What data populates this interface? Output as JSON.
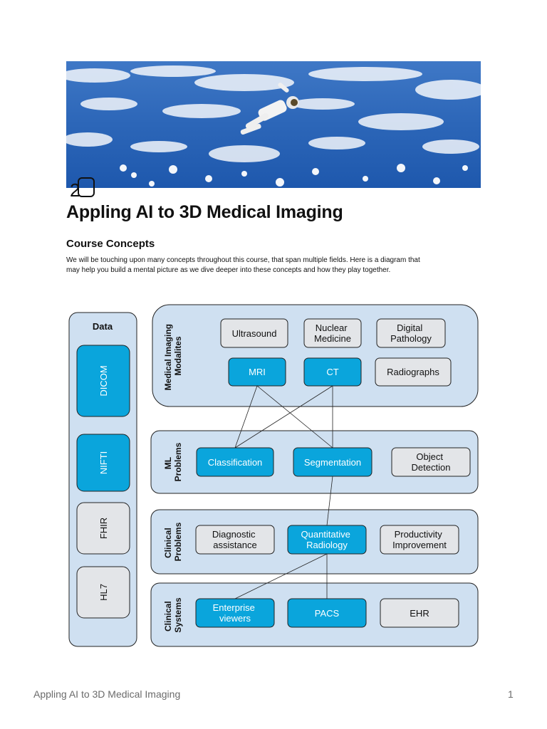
{
  "document": {
    "title": "Appling AI to 3D Medical Imaging",
    "section_heading": "Course Concepts",
    "intro_line1": "We will be touching upon many concepts throughout this course, that span multiple fields. Here is a diagram that",
    "intro_line2": "may help you build a mental picture as we dive deeper into these concepts and how they play together."
  },
  "diagram": {
    "data_title": "Data",
    "data_items": [
      "DICOM",
      "NIFTI",
      "FHIR",
      "HL7"
    ],
    "modalities_label": [
      "Medical Imaging",
      "Modalites"
    ],
    "modalities": {
      "ultrasound": "Ultrasound",
      "nuclear_medicine": [
        "Nuclear",
        "Medicine"
      ],
      "digital_pathology": [
        "Digital",
        "Pathology"
      ],
      "mri": "MRI",
      "ct": "CT",
      "radiographs": "Radiographs"
    },
    "ml_label": [
      "ML",
      "Problems"
    ],
    "ml": {
      "classification": "Classification",
      "segmentation": "Segmentation",
      "object_detection": [
        "Object",
        "Detection"
      ]
    },
    "clinical_problems_label": [
      "Clinical",
      "Problems"
    ],
    "clinical_problems": {
      "diagnostic_assistance": [
        "Diagnostic",
        "assistance"
      ],
      "quantitative_radiology": [
        "Quantitative",
        "Radiology"
      ],
      "productivity_improvement": [
        "Productivity",
        "Improvement"
      ]
    },
    "clinical_systems_label": [
      "Clinical",
      "Systems"
    ],
    "clinical_systems": {
      "enterprise_viewers": [
        "Enterprise",
        "viewers"
      ],
      "pacs": "PACS",
      "ehr": "EHR"
    },
    "colors": {
      "panel": "#cfe0f1",
      "highlight": "#0aa5dc",
      "neutral": "#e3e5e8"
    }
  },
  "footer": {
    "doc_title": "Appling AI to 3D Medical Imaging",
    "page_number": "1"
  }
}
